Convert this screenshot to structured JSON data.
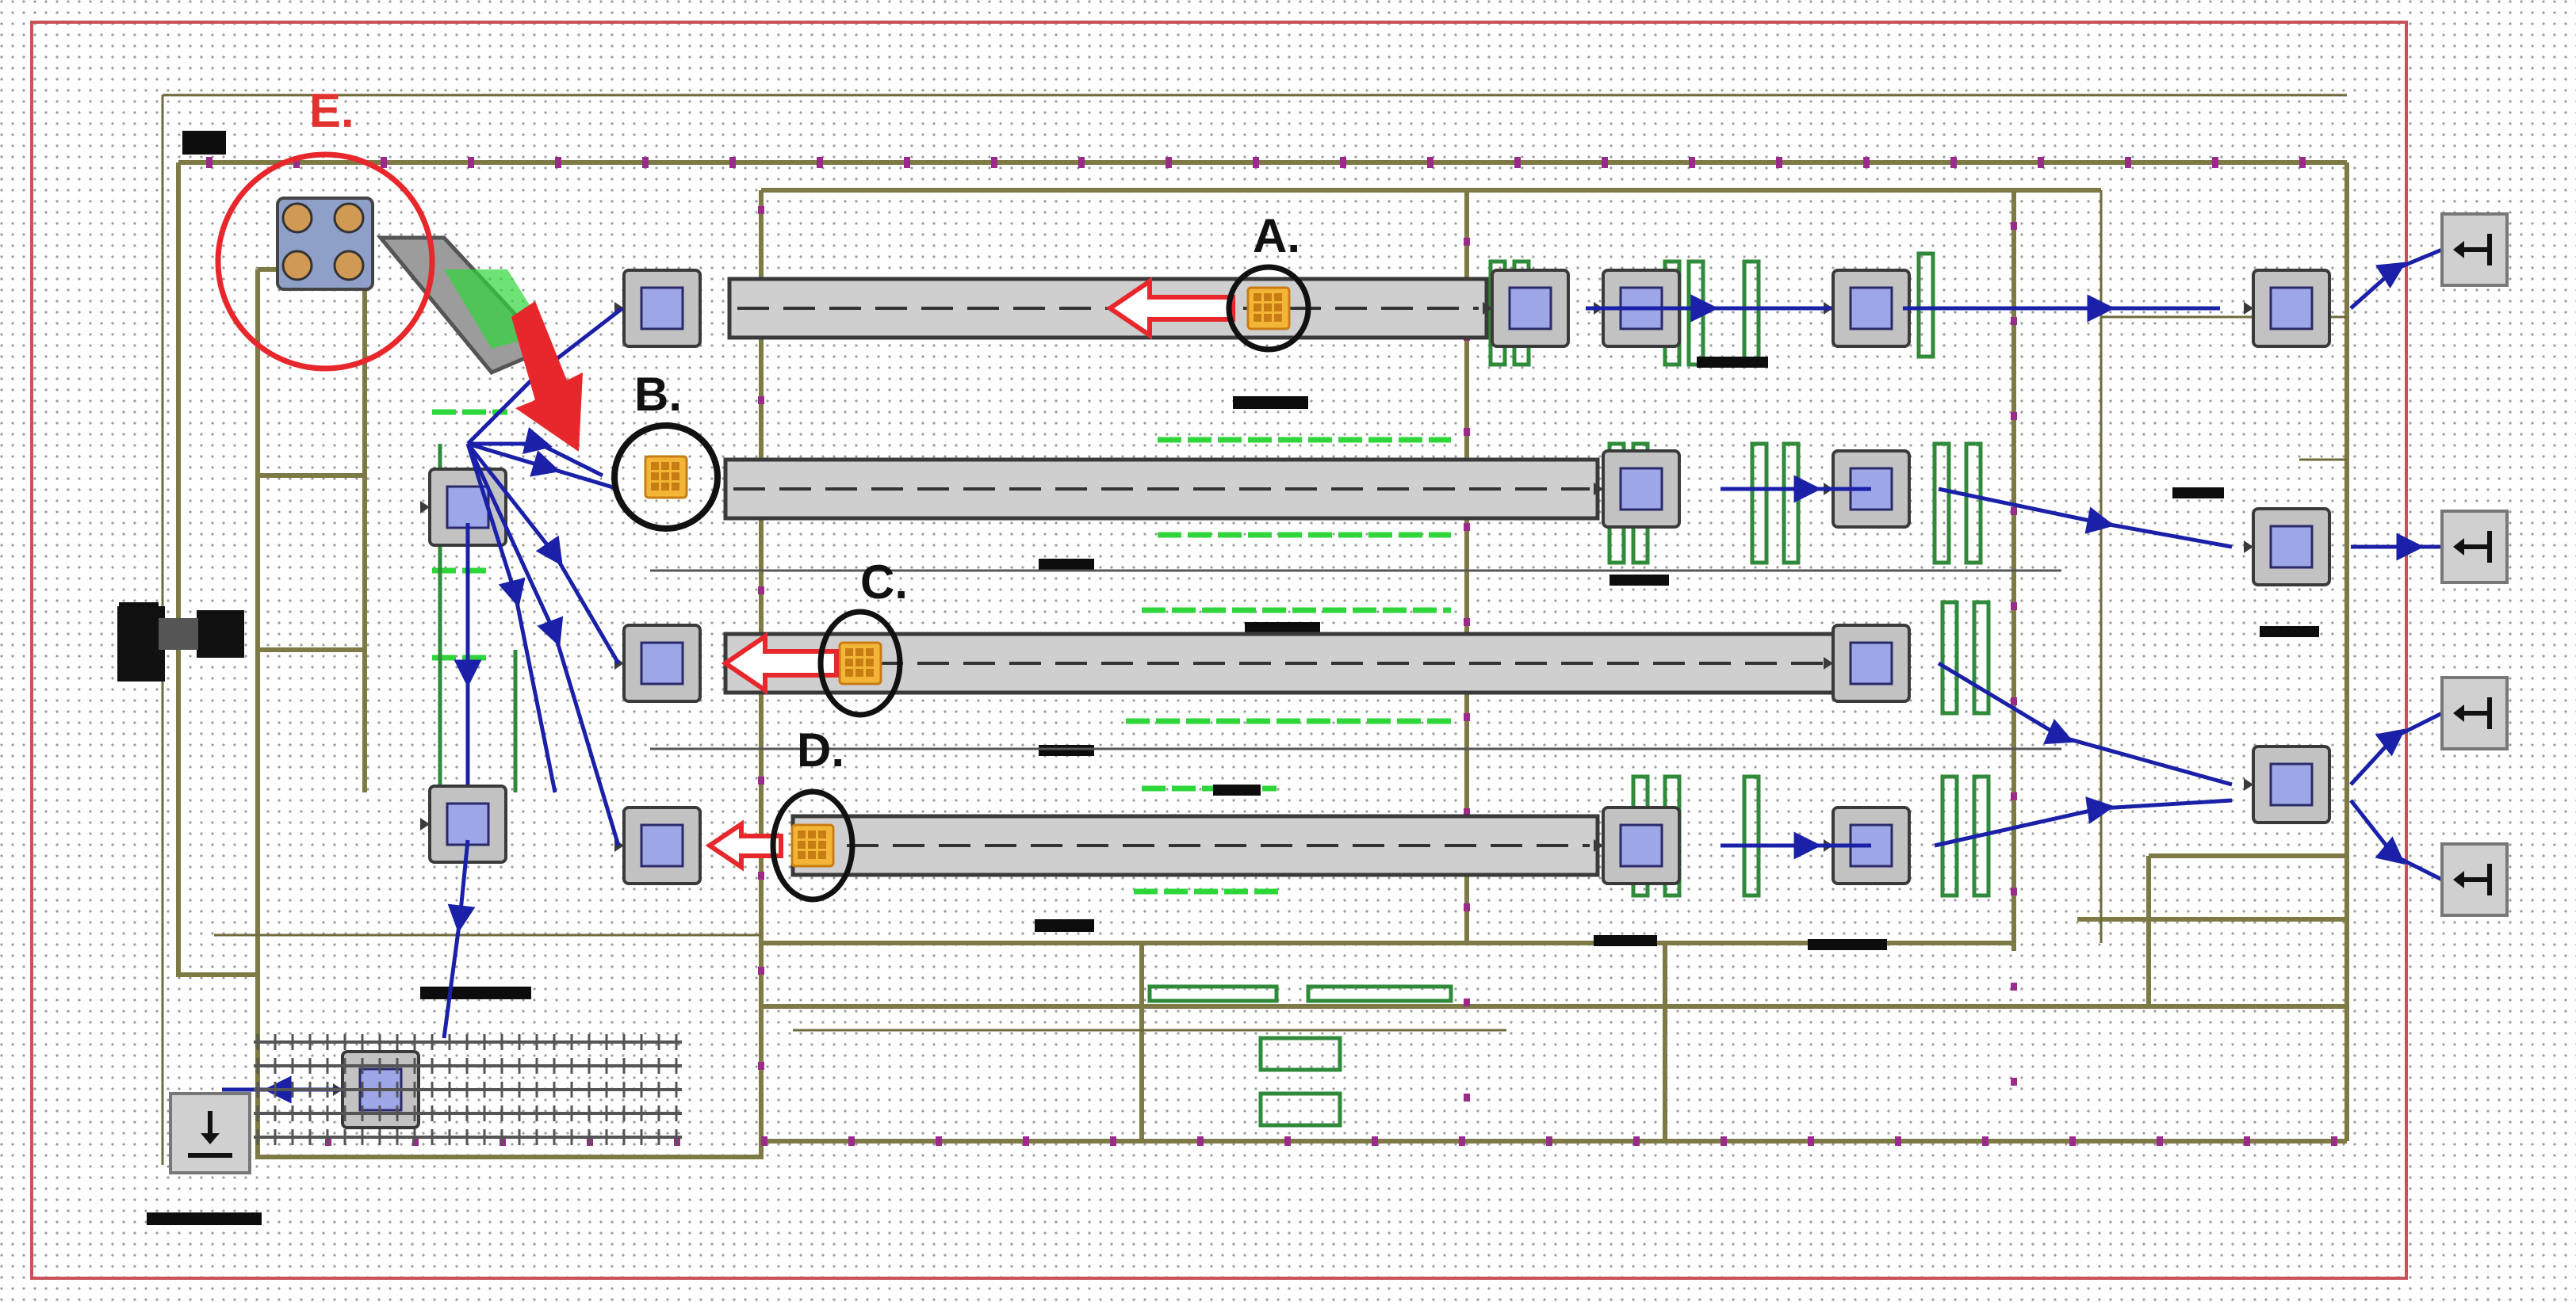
{
  "callouts": [
    {
      "id": "A",
      "text": "A."
    },
    {
      "id": "B",
      "text": "B."
    },
    {
      "id": "C",
      "text": "C."
    },
    {
      "id": "D",
      "text": "D."
    },
    {
      "id": "E",
      "text": "E."
    }
  ],
  "colors": {
    "frame": "#c9525a",
    "grid_dot": "#9a9a9a",
    "wall": "#7d7a45",
    "conveyor_fill": "#cfcfcf",
    "conveyor_stroke": "#3a3a3a",
    "station_fill": "#c2c2c2",
    "station_core": "#9da6e6",
    "flow_line": "#1a20a8",
    "pallet_fill": "#f2b535",
    "pallet_cell": "#c87d14",
    "highlight_ring": "#111111",
    "red_accent": "#e8272c",
    "callout_e": "#e0322f",
    "green_rack": "#2f8a3a",
    "green_bright": "#2fd63a",
    "magenta_dot": "#9a2b8a"
  },
  "icons": {
    "source": "return-arrow-icon",
    "sink": "download-arrow-icon"
  }
}
